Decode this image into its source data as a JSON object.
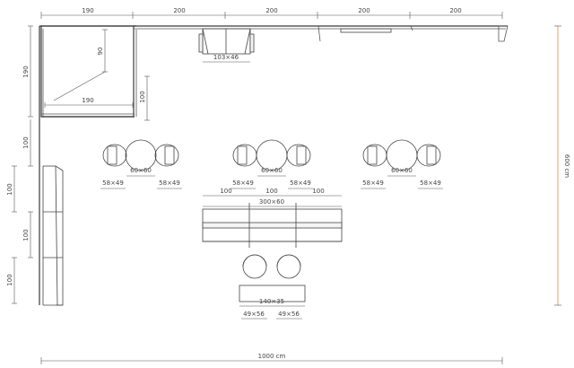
{
  "top_dims": [
    "190",
    "200",
    "200",
    "200",
    "200"
  ],
  "left_dims": [
    "190",
    "100",
    "100",
    "100",
    "100"
  ],
  "inner": {
    "dim_90": "90",
    "dim_190": "190",
    "dim_100": "100"
  },
  "cabinet": {
    "label": "103×46"
  },
  "dining_sets": [
    {
      "table": "60×60",
      "chair_left": "58×49",
      "chair_right": "58×49"
    },
    {
      "table": "60×60",
      "chair_left": "58×49",
      "chair_right": "58×49"
    },
    {
      "table": "60×60",
      "chair_left": "58×49",
      "chair_right": "58×49"
    }
  ],
  "sofa": {
    "segments": [
      "100",
      "100",
      "100"
    ],
    "total": "300×60"
  },
  "coffee_table": {
    "label": "140×35"
  },
  "armchairs": [
    "49×56",
    "49×56"
  ],
  "overall": {
    "width": "1000 cm",
    "height": "600 cm"
  }
}
